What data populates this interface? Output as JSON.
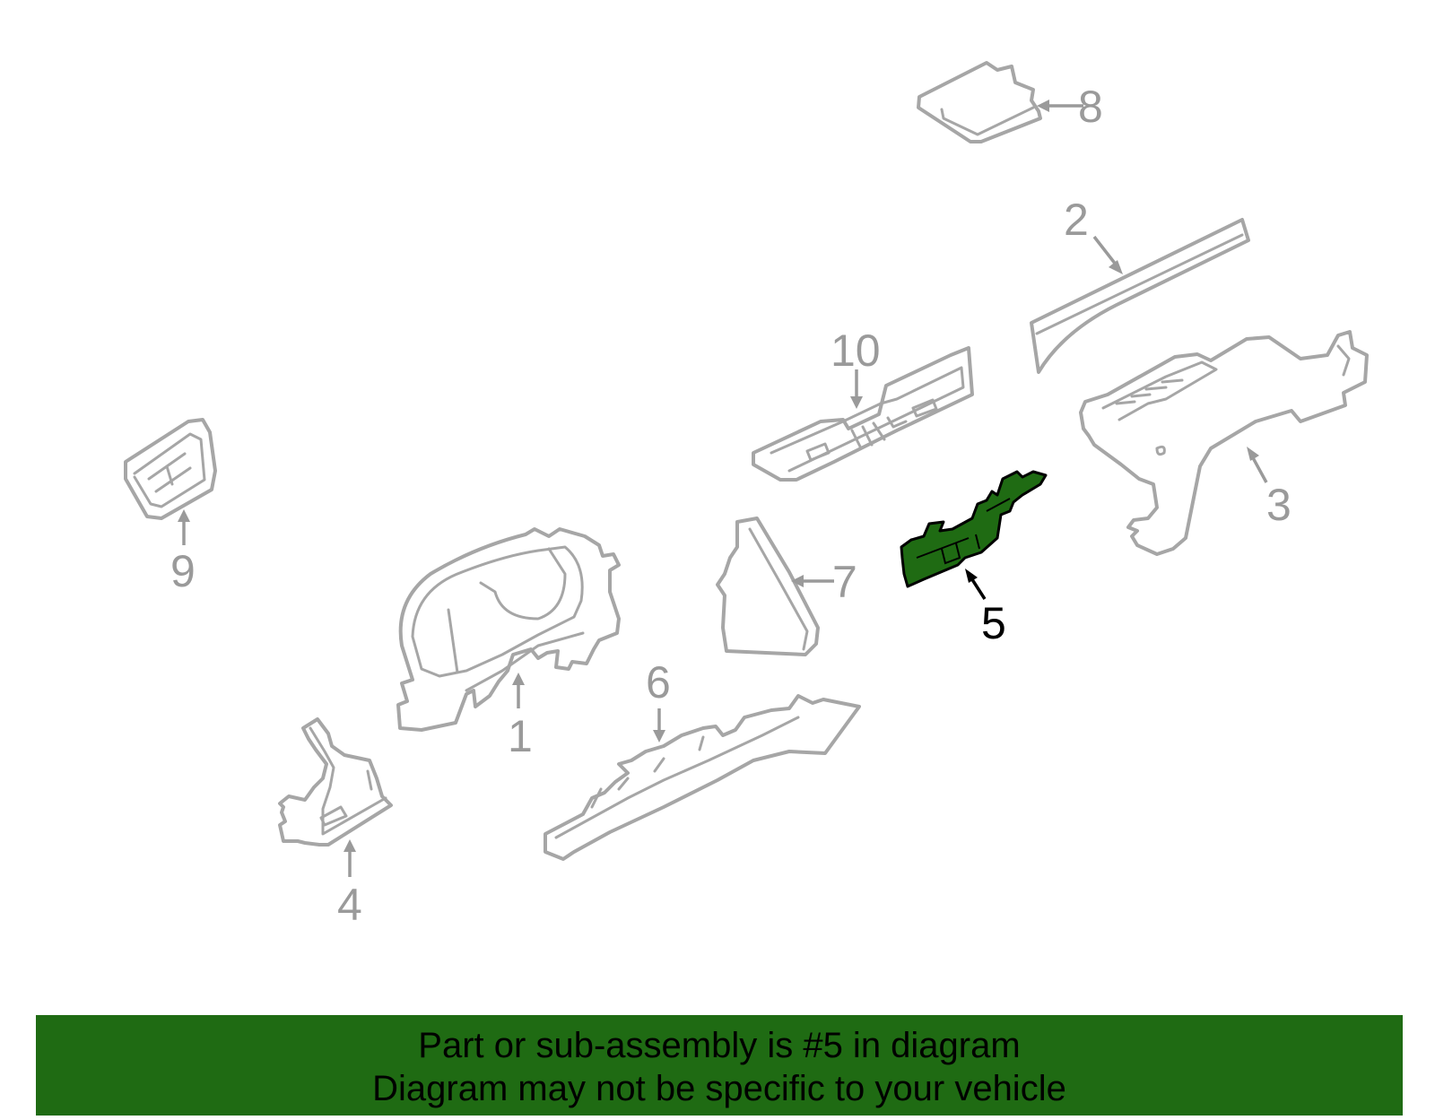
{
  "callouts": {
    "c1": "1",
    "c2": "2",
    "c3": "3",
    "c4": "4",
    "c5": "5",
    "c6": "6",
    "c7": "7",
    "c8": "8",
    "c9": "9",
    "c10": "10"
  },
  "highlight_part": "5",
  "colors": {
    "highlight_fill": "#1f6b13",
    "banner_background": "#1f6b13",
    "part_outline": "#a6a6a6",
    "callout_text": "#9a9a9a"
  },
  "banner": {
    "line1": "Part or sub-assembly is #5 in diagram",
    "line2": "Diagram may not be specific to your vehicle"
  }
}
